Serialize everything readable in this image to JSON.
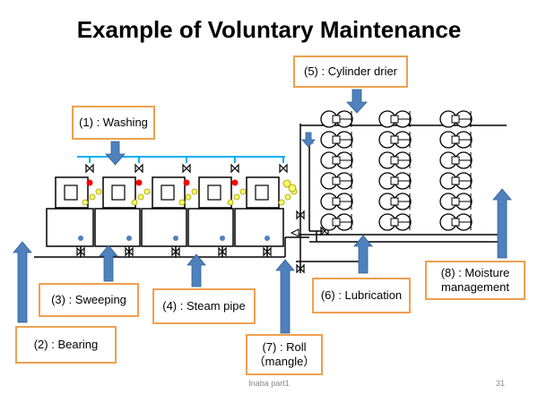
{
  "title": "Example of Voluntary Maintenance",
  "labels": {
    "washing": "(1) : Washing",
    "bearing": "(2) : Bearing",
    "sweeping": "(3) :  Sweeping",
    "steam_pipe": "(4) : Steam pipe",
    "cylinder_drier": "(5) : Cylinder drier",
    "lubrication": "(6) : Lubrication",
    "roll_line1": "(7) : Roll",
    "roll_line2": "（mangle）",
    "moisture_line1": "(8) : Moisture",
    "moisture_line2": "management"
  },
  "footer": "Inaba part1",
  "page_number": "31",
  "colors": {
    "label_border": "#f0a050",
    "arrow": "#4f81bd",
    "water_pipe": "#00b0f0",
    "valve_red": "#ff0000",
    "roller_yellow": "#ffff00",
    "bearing_blue": "#4f81bd"
  }
}
